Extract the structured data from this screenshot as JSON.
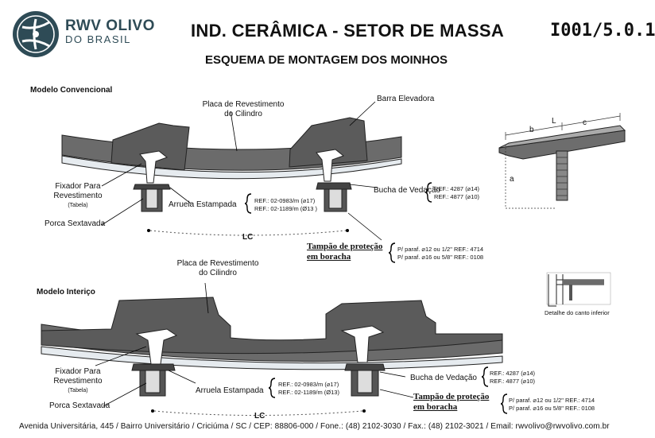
{
  "header": {
    "brand_name": "RWV OLIVO",
    "brand_sub": "DO BRASIL",
    "title": "IND. CERÂMICA - SETOR DE MASSA",
    "code": "I001/5.0.1",
    "subtitle": "ESQUEMA DE MONTAGEM DOS MOINHOS"
  },
  "conventional": {
    "section_title": "Modelo Convencional",
    "liner_plate": [
      "Placa de Revestimento",
      "do Cilindro"
    ],
    "lifter_bar": "Barra Elevadora",
    "liner_bolt": [
      "Fixador Para",
      "Revestimento"
    ],
    "table_note": "(Tabela)",
    "washer": "Arruela Estampada",
    "washer_refs": [
      "REF.: 02-0983/m (⌀17)",
      "REF.: 02-1189/m (Ø13 )"
    ],
    "sealing_bush": "Bucha de Vedação",
    "bush_refs": [
      "REF.: 4287 (⌀14)",
      "REF.: 4877 (⌀10)"
    ],
    "hex_nut": "Porca Sextavada",
    "lc": "LC",
    "rubber_cap": [
      "Tampão de proteção",
      "em boracha"
    ],
    "cap_refs": [
      "P/ paraf. ⌀12 ou 1/2\" REF.: 4714",
      "P/ paraf. ⌀16 ou 5/8\" REF.: 0108"
    ]
  },
  "interlocked": {
    "section_title": "Modelo Interiço",
    "liner_plate": [
      "Placa de Revestimento",
      "do Cilindro"
    ],
    "liner_bolt": [
      "Fixador Para",
      "Revestimento"
    ],
    "table_note": "(Tabela)",
    "washer": "Arruela Estampada",
    "washer_refs": [
      "REF.: 02-0983/m (⌀17)",
      "REF.: 02-1189/m (Ø13)"
    ],
    "sealing_bush": "Bucha de Vedação",
    "bush_refs": [
      "REF.: 4287 (⌀14)",
      "REF.: 4877 (⌀10)"
    ],
    "hex_nut": "Porca Sextavada",
    "lc": "LC",
    "rubber_cap": [
      "Tampão de proteção",
      "em boracha"
    ],
    "cap_refs": [
      "P/ paraf. ⌀12 ou 1/2\" REF.: 4714",
      "P/ paraf. ⌀16 ou 5/8\" REF.: 0108"
    ]
  },
  "detail_bar": {
    "dim_b": "b",
    "dim_l": "L",
    "dim_c": "c",
    "dim_a": "a"
  },
  "detail_corner": {
    "caption": "Detalhe do canto inferior"
  },
  "footer": {
    "address": "Avenida Universitária, 445 / Bairro Universitário / Criciúma / SC / CEP: 88806-000 / Fone.: (48) 2102-3030 / Fax.: (48) 2102-3021 / Email: rwvolivo@rwvolivo.com.br"
  },
  "colors": {
    "steel": "#5b5b5b",
    "liner": "#6b6b6b",
    "rubber": "#e6ebef",
    "brand": "#2e4b56"
  }
}
